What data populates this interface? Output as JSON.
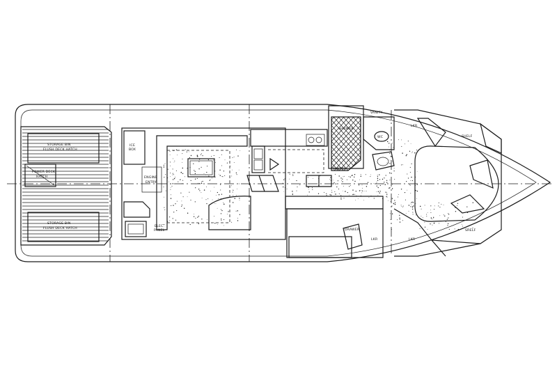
{
  "labels": {
    "storage_top_1": "STORAGE BIN",
    "storage_top_2": "FLUSH DECK HATCH",
    "power_1": "POWER DECK",
    "power_2": "HATCH",
    "storage_bot_1": "STORAGE BIN",
    "storage_bot_2": "FLUSH DECK HATCH",
    "ice_1": "ICE",
    "ice_2": "BOX",
    "engine_1": "ENGINE",
    "engine_2": "ENTRY",
    "elec_1": "ELEC.",
    "elec_2": "PANEL",
    "shower": "SHOWER",
    "wc": "WC",
    "vanity": "VANITY",
    "pantry": "PANTRY",
    "drawer": "DRAWER",
    "lkr_top": "LKR",
    "lkr_bot_1": "LKR",
    "lkr_bot_2": "LKR",
    "shelf_top": "SHELF",
    "shelf_bot": "SHELF"
  }
}
